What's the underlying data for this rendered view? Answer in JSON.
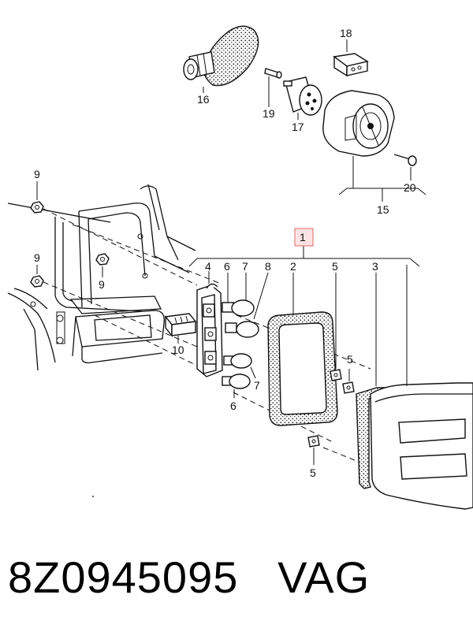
{
  "callouts": {
    "c1": "1",
    "c2": "2",
    "c3": "3",
    "c4": "4",
    "c5a": "5",
    "c5b": "5",
    "c5c": "5",
    "c6a": "6",
    "c6b": "6",
    "c7a": "7",
    "c7b": "7",
    "c8": "8",
    "c9a": "9",
    "c9b": "9",
    "c9c": "9",
    "c10": "10",
    "c15": "15",
    "c16": "16",
    "c17": "17",
    "c18": "18",
    "c19": "19",
    "c20": "20"
  },
  "footer": {
    "part_number": "8Z0945095",
    "brand": "VAG"
  },
  "colors": {
    "highlight_fill": "#fde3e3",
    "highlight_stroke": "#e06a6a"
  }
}
